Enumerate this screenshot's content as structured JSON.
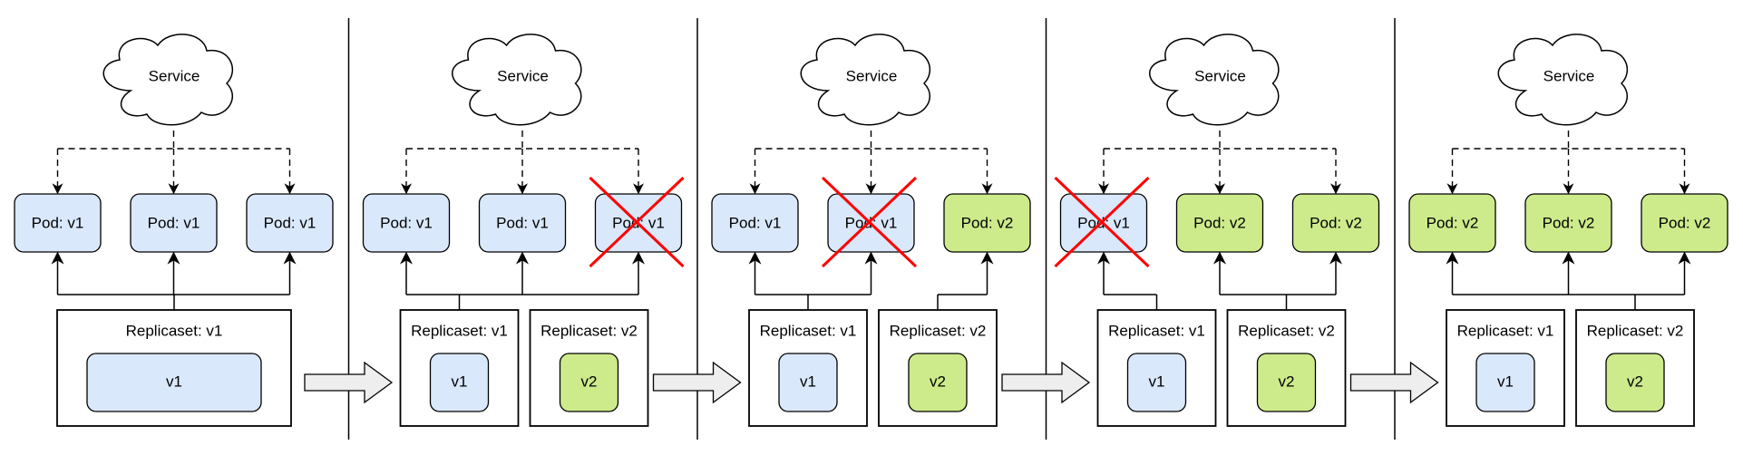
{
  "colors": {
    "v1_fill": "#dae8fc",
    "v2_fill": "#cdeb8b",
    "stroke": "#000000",
    "cross": "#ff0000",
    "arrow_fill": "#eeeeee"
  },
  "icon": "cloud-icon",
  "stages": [
    {
      "service": "Service",
      "pods": [
        {
          "label": "Pod: v1",
          "version": "v1",
          "deleted": false
        },
        {
          "label": "Pod: v1",
          "version": "v1",
          "deleted": false
        },
        {
          "label": "Pod: v1",
          "version": "v1",
          "deleted": false
        }
      ],
      "replicasets": [
        {
          "label": "Replicaset: v1",
          "inner": "v1",
          "version": "v1"
        }
      ]
    },
    {
      "service": "Service",
      "pods": [
        {
          "label": "Pod: v1",
          "version": "v1",
          "deleted": false
        },
        {
          "label": "Pod: v1",
          "version": "v1",
          "deleted": false
        },
        {
          "label": "Pod: v1",
          "version": "v1",
          "deleted": true
        }
      ],
      "replicasets": [
        {
          "label": "Replicaset: v1",
          "inner": "v1",
          "version": "v1"
        },
        {
          "label": "Replicaset: v2",
          "inner": "v2",
          "version": "v2"
        }
      ]
    },
    {
      "service": "Service",
      "pods": [
        {
          "label": "Pod: v1",
          "version": "v1",
          "deleted": false
        },
        {
          "label": "Pod: v1",
          "version": "v1",
          "deleted": true
        },
        {
          "label": "Pod: v2",
          "version": "v2",
          "deleted": false
        }
      ],
      "replicasets": [
        {
          "label": "Replicaset: v1",
          "inner": "v1",
          "version": "v1"
        },
        {
          "label": "Replicaset: v2",
          "inner": "v2",
          "version": "v2"
        }
      ]
    },
    {
      "service": "Service",
      "pods": [
        {
          "label": "Pod: v1",
          "version": "v1",
          "deleted": true
        },
        {
          "label": "Pod: v2",
          "version": "v2",
          "deleted": false
        },
        {
          "label": "Pod: v2",
          "version": "v2",
          "deleted": false
        }
      ],
      "replicasets": [
        {
          "label": "Replicaset: v1",
          "inner": "v1",
          "version": "v1"
        },
        {
          "label": "Replicaset: v2",
          "inner": "v2",
          "version": "v2"
        }
      ]
    },
    {
      "service": "Service",
      "pods": [
        {
          "label": "Pod: v2",
          "version": "v2",
          "deleted": false
        },
        {
          "label": "Pod: v2",
          "version": "v2",
          "deleted": false
        },
        {
          "label": "Pod: v2",
          "version": "v2",
          "deleted": false
        }
      ],
      "replicasets": [
        {
          "label": "Replicaset: v1",
          "inner": "v1",
          "version": "v1"
        },
        {
          "label": "Replicaset: v2",
          "inner": "v2",
          "version": "v2"
        }
      ]
    }
  ]
}
